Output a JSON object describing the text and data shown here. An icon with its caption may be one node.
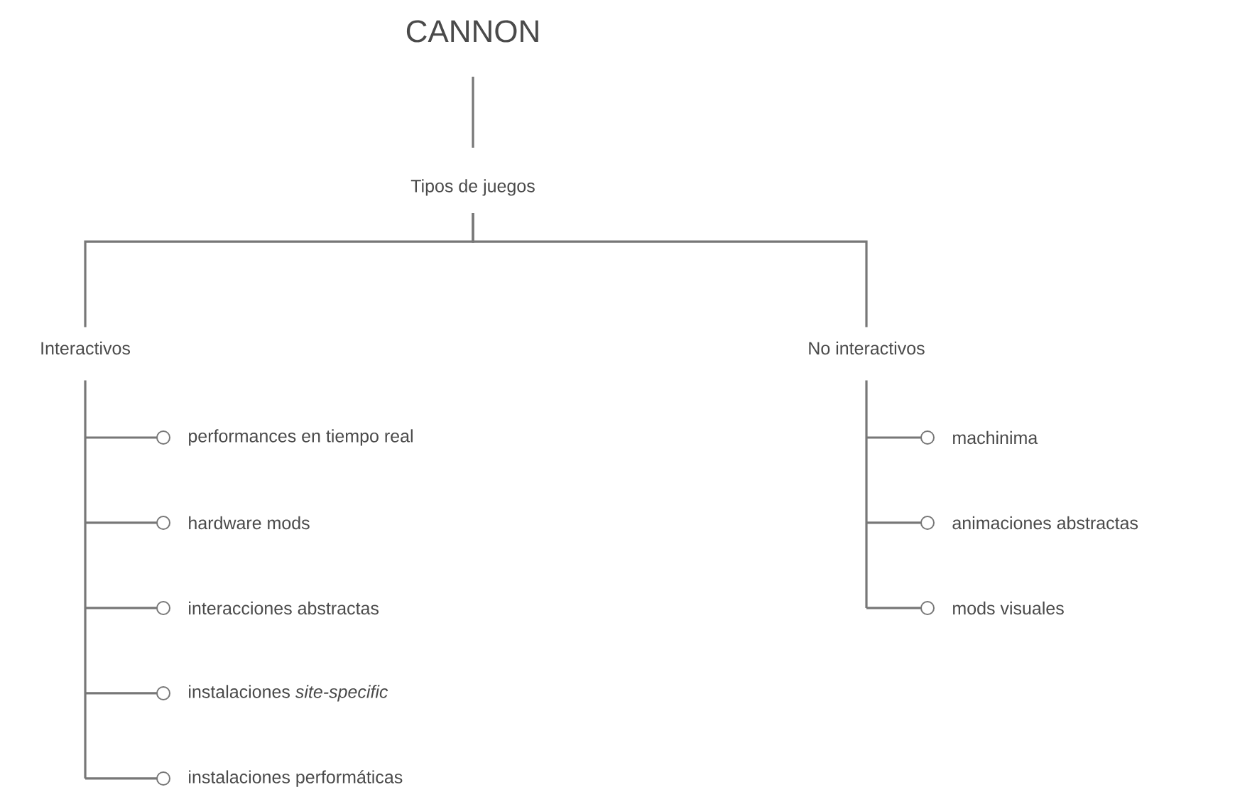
{
  "diagram": {
    "nodes": [
      {
        "text": [
          "CANNON"
        ]
      },
      {
        "text": [
          "Tipos de juegos"
        ]
      },
      {
        "text": [
          "Interactivos"
        ]
      },
      {
        "text": [
          "No interactivos"
        ]
      },
      {
        "text": [
          "performances en tiempo real"
        ]
      },
      {
        "text": [
          "hardware mods"
        ]
      },
      {
        "text": [
          "interacciones abstractas"
        ]
      },
      {
        "text": [
          "instalaciones *site-specific*"
        ]
      },
      {
        "text": [
          "instalaciones performáticas"
        ]
      },
      {
        "text": [
          "machinima"
        ]
      },
      {
        "text": [
          "animaciones abstractas"
        ]
      },
      {
        "text": [
          "mods visuales"
        ]
      }
    ],
    "edges": [
      {
        "from": 0,
        "to": 1,
        "arrow": "none"
      },
      {
        "from": 1,
        "to": 2,
        "arrow": "none"
      },
      {
        "from": 1,
        "to": 3,
        "arrow": "none"
      },
      {
        "from": 2,
        "to": 4,
        "arrow": "other"
      },
      {
        "from": 2,
        "to": 5,
        "arrow": "other"
      },
      {
        "from": 2,
        "to": 6,
        "arrow": "other"
      },
      {
        "from": 2,
        "to": 7,
        "arrow": "other"
      },
      {
        "from": 2,
        "to": 8,
        "arrow": "other"
      },
      {
        "from": 3,
        "to": 9,
        "arrow": "other"
      },
      {
        "from": 3,
        "to": 10,
        "arrow": "other"
      },
      {
        "from": 3,
        "to": 11,
        "arrow": "other"
      }
    ]
  }
}
